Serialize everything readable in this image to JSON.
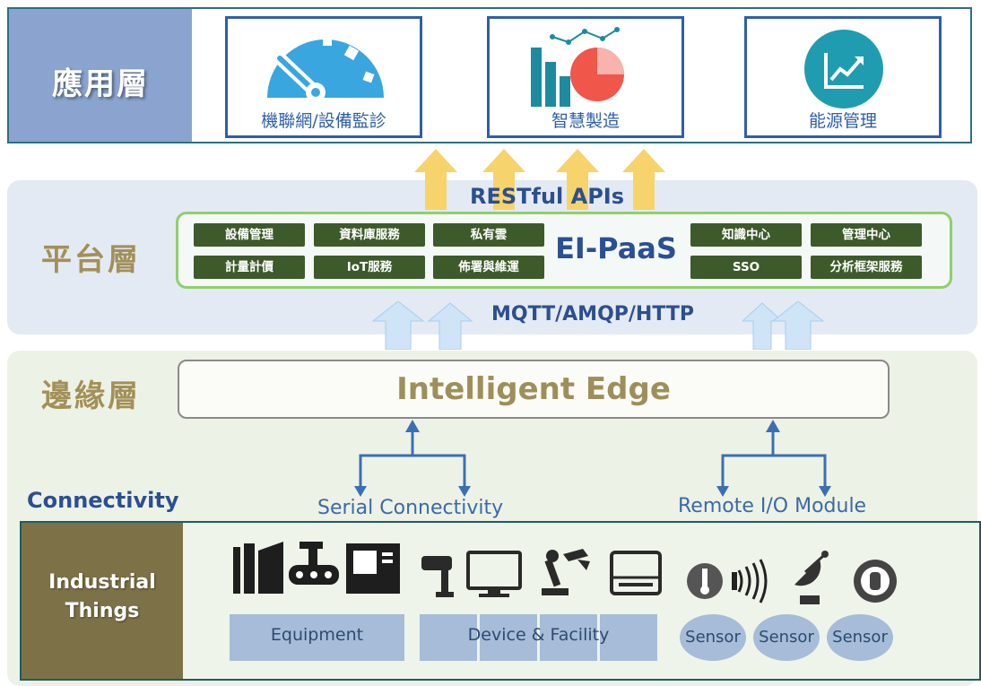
{
  "application_layer": {
    "title": "應用層",
    "apps": [
      {
        "label": "機聯網/設備監診",
        "icon": "dashboard-gauge-icon"
      },
      {
        "label": "智慧製造",
        "icon": "bar-pie-chart-icon"
      },
      {
        "label": "能源管理",
        "icon": "line-chart-icon"
      }
    ]
  },
  "api_label": "RESTful APIs",
  "platform_layer": {
    "title": "平台層",
    "center_label": "EI-PaaS",
    "services": [
      "設備管理",
      "資料庫服務",
      "私有雲",
      "計量計價",
      "IoT服務",
      "佈署與維運",
      "知識中心",
      "管理中心",
      "SSO",
      "分析框架服務"
    ]
  },
  "protocol_label": "MQTT/AMQP/HTTP",
  "edge_layer": {
    "title": "邊緣層",
    "edge_label": "Intelligent Edge"
  },
  "connectivity": {
    "title": "Connectivity",
    "serial": "Serial Connectivity",
    "remote_io": "Remote I/O Module"
  },
  "industrial_things": {
    "title_line1": "Industrial",
    "title_line2": "Things",
    "equipment": "Equipment",
    "device_facility": "Device & Facility",
    "sensor": "Sensor"
  },
  "colors": {
    "app_label_bg": "#8aa4cf",
    "card_border": "#2e5fa8",
    "platform_band": "#e3eaf4",
    "platform_border": "#8fd06a",
    "service_bg": "#3d5a2a",
    "edge_band": "#edf2e6",
    "edge_text": "#9e8f5a",
    "blue_text": "#3a6aa6",
    "things_bg": "#7d7147",
    "arrow_yellow": "#f7d36b"
  }
}
